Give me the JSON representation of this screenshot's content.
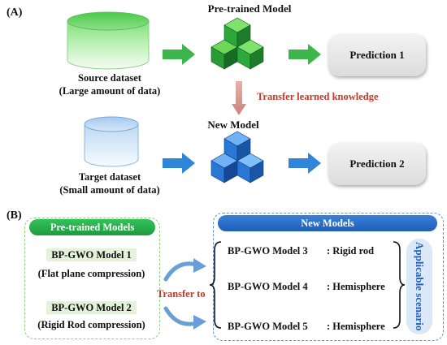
{
  "panel_a": {
    "letter": "(A)",
    "pretrained_title": "Pre-trained Model",
    "source_line1": "Source dataset",
    "source_line2": "(Large amount of data)",
    "prediction1": "Prediction 1",
    "transfer_text": "Transfer learned knowledge",
    "new_model_title": "New Model",
    "target_line1": "Target dataset",
    "target_line2": "(Small amount of data)",
    "prediction2": "Prediction 2"
  },
  "panel_b": {
    "letter": "(B)",
    "pretrained_header": "Pre-trained Models",
    "model1_name": "BP-GWO Model 1",
    "model1_desc": "(Flat plane compression)",
    "model2_name": "BP-GWO Model 2",
    "model2_desc": "(Rigid Rod compression)",
    "transfer_to": "Transfer to",
    "new_header": "New Models",
    "model3_name": "BP-GWO Model 3",
    "model3_desc": ": Rigid rod",
    "model4_name": "BP-GWO Model 4",
    "model4_desc": ": Hemisphere",
    "model5_name": "BP-GWO Model 5",
    "model5_desc": ": Hemisphere",
    "scenario": "Applicable scenario"
  },
  "colors": {
    "green_accent": "#2fb550",
    "blue_accent": "#2f7fd8",
    "red_text": "#c0392b"
  }
}
